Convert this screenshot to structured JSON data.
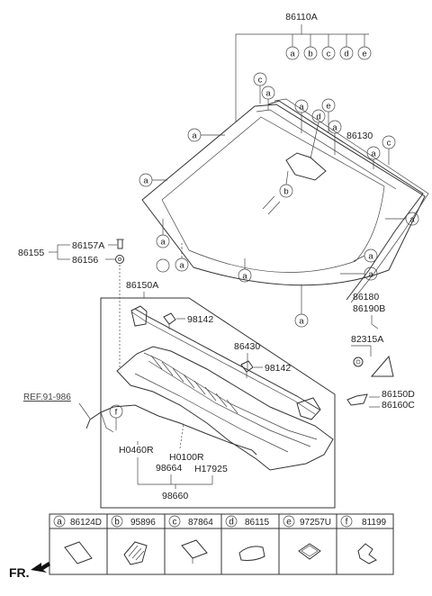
{
  "parts": {
    "windshield_assy": "86110A",
    "moulding_top": "86130",
    "cowl_assy": "86150A",
    "cowl_panel": "86430",
    "clip_98142_a": "98142",
    "clip_98142_b": "98142",
    "bracket": "86155",
    "bolt": "86157A",
    "nut": "86156",
    "side_cover_r": "86180",
    "side_cover_l": "86190B",
    "clip_82315a": "82315A",
    "cowl_seal_d": "86150D",
    "cowl_seal_c": "86160C",
    "ref": "REF.91-986",
    "hose_h0460r": "H0460R",
    "hose_h0100r": "H0100R",
    "hose_h17925": "H17925",
    "hose_98664": "98664",
    "hose_98660": "98660",
    "front_label": "FR."
  },
  "callouts": [
    "a",
    "b",
    "c",
    "d",
    "e",
    "f"
  ],
  "legend": [
    {
      "letter": "a",
      "part": "86124D"
    },
    {
      "letter": "b",
      "part": "95896"
    },
    {
      "letter": "c",
      "part": "87864"
    },
    {
      "letter": "d",
      "part": "86115"
    },
    {
      "letter": "e",
      "part": "97257U"
    },
    {
      "letter": "f",
      "part": "81199"
    }
  ]
}
